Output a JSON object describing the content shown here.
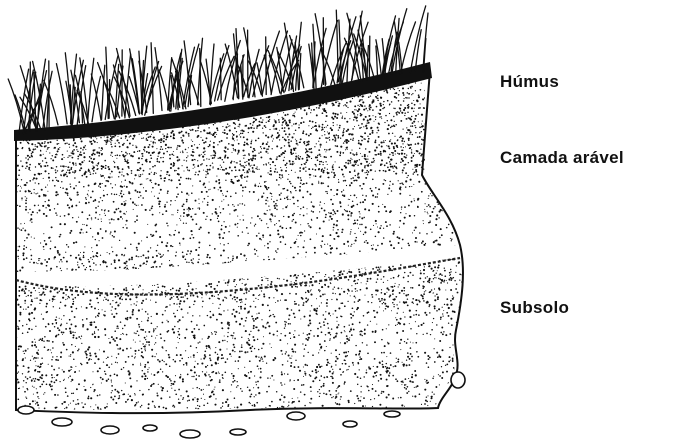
{
  "labels": {
    "humus": "Húmus",
    "arable_layer": "Camada arável",
    "subsoil": "Subsolo"
  },
  "colors": {
    "ink": "#111111",
    "paper": "#ffffff"
  }
}
